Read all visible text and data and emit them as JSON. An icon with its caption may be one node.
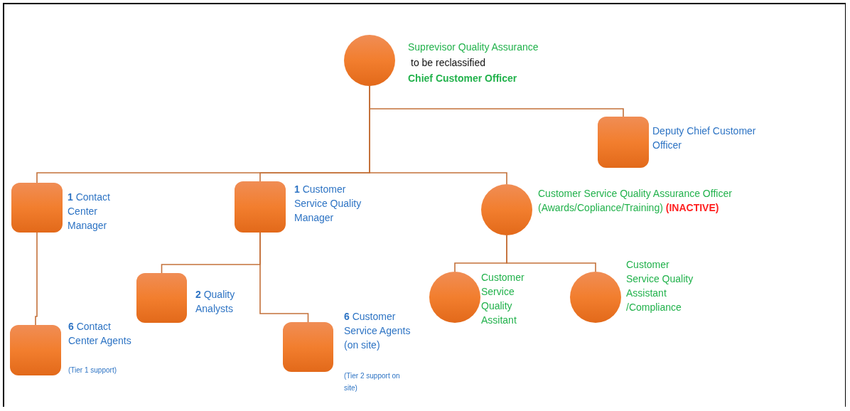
{
  "diagram": {
    "nodes": [
      {
        "text": [],
        "shape": "circle",
        "beside": [
          "Suprevisor Quality Assurance",
          "to be reclassified",
          "Chief Customer Officer"
        ]
      },
      {
        "text": [],
        "shape": "box",
        "beside": [
          "Deputy Chief Customer Officer"
        ]
      },
      {
        "text": [],
        "shape": "box",
        "beside": [
          "**1** Contact Center Manager"
        ]
      },
      {
        "text": [],
        "shape": "box",
        "beside": [
          "**1** Customer Service Quality Manager"
        ]
      },
      {
        "text": [],
        "shape": "circle",
        "beside": [
          "Customer Service Quality Assurance Officer (Awards/Copliance/Training) **(INACTIVE)**"
        ]
      },
      {
        "text": [],
        "shape": "box",
        "beside": [
          "**2** Quality Analysts"
        ]
      },
      {
        "text": [],
        "shape": "box",
        "beside": [
          "**6** Contact Center Agents",
          "(Tier 1 support)"
        ]
      },
      {
        "text": [],
        "shape": "box",
        "beside": [
          "**6** Customer Service Agents (on site)",
          "(Tier 2 support on site)"
        ]
      },
      {
        "text": [],
        "shape": "circle",
        "beside": [
          "Customer Service Quality Assitant"
        ]
      },
      {
        "text": [],
        "shape": "circle",
        "beside": [
          "Customer Service Quality Assistant /Compliance"
        ]
      }
    ],
    "edges": [
      {
        "from": 0,
        "to": 1,
        "arrow": "none"
      },
      {
        "from": 0,
        "to": 2,
        "arrow": "none"
      },
      {
        "from": 0,
        "to": 3,
        "arrow": "none"
      },
      {
        "from": 0,
        "to": 4,
        "arrow": "none"
      },
      {
        "from": 2,
        "to": 6,
        "arrow": "none"
      },
      {
        "from": 3,
        "to": 5,
        "arrow": "none"
      },
      {
        "from": 3,
        "to": 7,
        "arrow": "none"
      },
      {
        "from": 4,
        "to": 8,
        "arrow": "none"
      },
      {
        "from": 4,
        "to": 9,
        "arrow": "none"
      }
    ]
  }
}
